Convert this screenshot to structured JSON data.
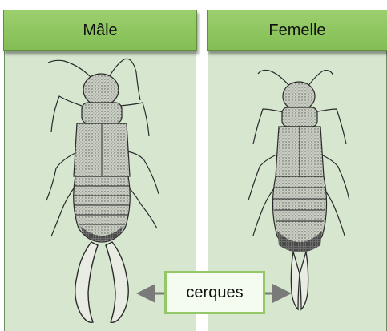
{
  "panels": {
    "male": {
      "title": "Mâle"
    },
    "female": {
      "title": "Femelle"
    }
  },
  "callout": {
    "label": "cerques"
  },
  "colors": {
    "panel_bg": "#d6e6cf",
    "header_bg": "#8cc45c",
    "callout_border": "#94c768",
    "arrow": "#7a7a7a",
    "insect_ink": "#2a2a2a"
  }
}
